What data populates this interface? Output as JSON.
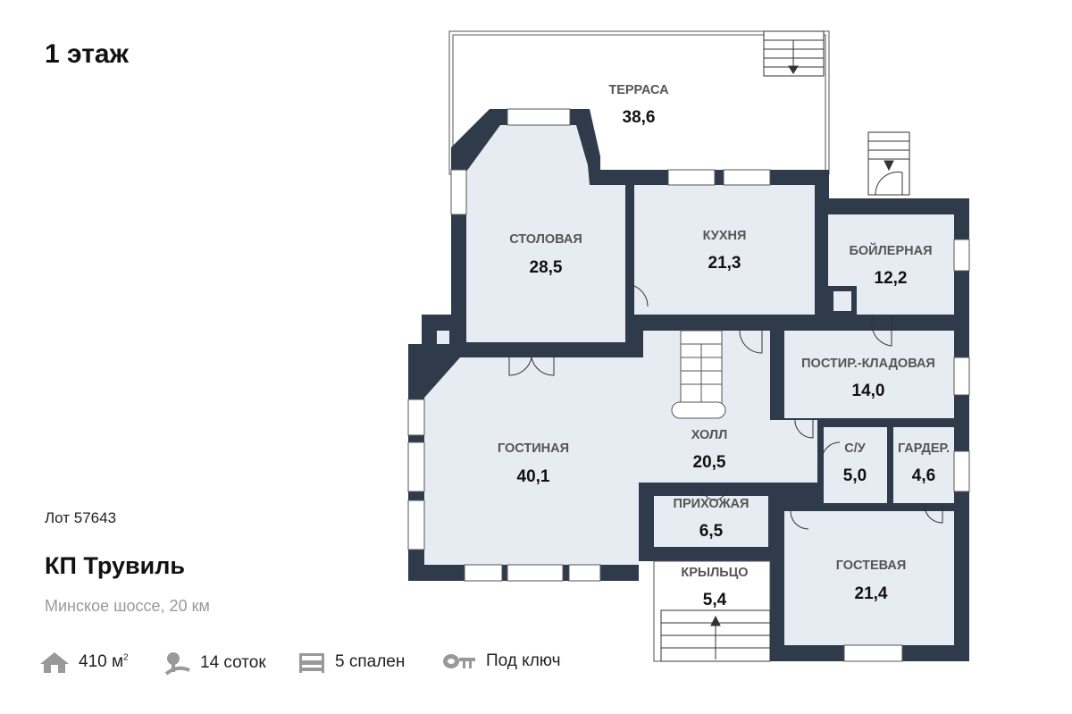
{
  "title": "1 этаж",
  "lot": "Лот 57643",
  "village": "КП Трувиль",
  "address": "Минское шоссе, 20 км",
  "features": [
    {
      "icon": "house-icon",
      "value": "410 м",
      "sup": "2"
    },
    {
      "icon": "tree-icon",
      "value": "14 соток"
    },
    {
      "icon": "bed-icon",
      "value": "5 спален"
    },
    {
      "icon": "key-icon",
      "value": "Под ключ"
    }
  ],
  "rooms": [
    {
      "name": "ТЕРРАСА",
      "area": "38,6"
    },
    {
      "name": "СТОЛОВАЯ",
      "area": "28,5"
    },
    {
      "name": "КУХНЯ",
      "area": "21,3"
    },
    {
      "name": "БОЙЛЕРНАЯ",
      "area": "12,2"
    },
    {
      "name": "ПОСТИР.-КЛАДОВАЯ",
      "area": "14,0"
    },
    {
      "name": "ГОСТИНАЯ",
      "area": "40,1"
    },
    {
      "name": "ХОЛЛ",
      "area": "20,5"
    },
    {
      "name": "С/У",
      "area": "5,0"
    },
    {
      "name": "ГАРДЕР.",
      "area": "4,6"
    },
    {
      "name": "ПРИХОЖАЯ",
      "area": "6,5"
    },
    {
      "name": "КРЫЛЬЦО",
      "area": "5,4"
    },
    {
      "name": "ГОСТЕВАЯ",
      "area": "21,4"
    }
  ],
  "colors": {
    "wall": "#2f3a4b",
    "room": "#e7ebf2",
    "muted": "#999999"
  }
}
